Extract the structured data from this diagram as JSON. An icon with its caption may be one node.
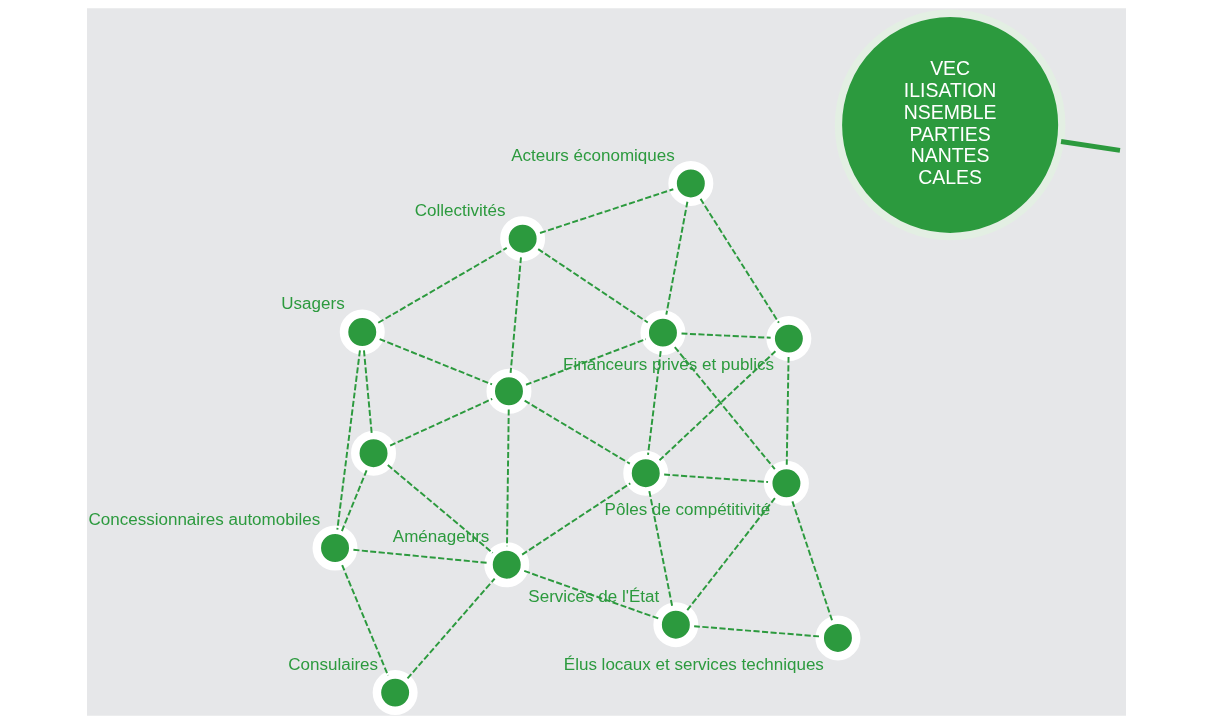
{
  "diagram": {
    "nodes": [
      {
        "text": [
          "VEC ILISATION NSEMBLE PARTIES NANTES CALES"
        ]
      },
      {
        "text": [],
        "shape": "circle",
        "beside": [
          "Usagers"
        ]
      },
      {
        "text": [],
        "shape": "circle",
        "beside": [
          "Concessionnaires automobiles"
        ]
      },
      {
        "text": [],
        "shape": "circle"
      },
      {
        "text": [],
        "shape": "circle",
        "beside": [
          "Consulaires"
        ]
      },
      {
        "text": [],
        "shape": "circle",
        "beside": [
          "Collectivités"
        ]
      },
      {
        "text": [],
        "shape": "circle"
      },
      {
        "text": [],
        "shape": "circle",
        "beside": [
          "Aménageurs"
        ]
      },
      {
        "text": [],
        "shape": "circle",
        "beside": [
          "Acteurs économiques"
        ]
      },
      {
        "text": [],
        "shape": "circle"
      },
      {
        "text": [],
        "shape": "circle"
      },
      {
        "text": [],
        "shape": "circle",
        "beside": [
          "Services de l'État"
        ]
      },
      {
        "text": [],
        "shape": "circle",
        "beside": [
          "Financeurs privés et publics"
        ]
      },
      {
        "text": [],
        "shape": "circle",
        "beside": [
          "Élus locaux et services techniques"
        ]
      },
      {
        "text": [],
        "shape": "circle",
        "beside": [
          "Pôles de compétitivité"
        ]
      }
    ],
    "edges": [
      {
        "from": 0,
        "to": null,
        "arrow": "none",
        "style": "thick"
      },
      {
        "from": 1,
        "to": 2,
        "arrow": "none",
        "style": "dashed"
      },
      {
        "from": 1,
        "to": 3,
        "arrow": "none",
        "style": "dashed"
      },
      {
        "from": 1,
        "to": 5,
        "arrow": "none",
        "style": "dashed"
      },
      {
        "from": 1,
        "to": 6,
        "arrow": "none",
        "style": "dashed"
      },
      {
        "from": 2,
        "to": 3,
        "arrow": "none",
        "style": "dashed"
      },
      {
        "from": 2,
        "to": 4,
        "arrow": "none",
        "style": "dashed"
      },
      {
        "from": 2,
        "to": 7,
        "arrow": "none",
        "style": "dashed"
      },
      {
        "from": 3,
        "to": 6,
        "arrow": "none",
        "style": "dashed"
      },
      {
        "from": 3,
        "to": 7,
        "arrow": "none",
        "style": "dashed"
      },
      {
        "from": 4,
        "to": 7,
        "arrow": "none",
        "style": "dashed"
      },
      {
        "from": 5,
        "to": 6,
        "arrow": "none",
        "style": "dashed"
      },
      {
        "from": 5,
        "to": 8,
        "arrow": "none",
        "style": "dashed"
      },
      {
        "from": 5,
        "to": 9,
        "arrow": "none",
        "style": "dashed"
      },
      {
        "from": 6,
        "to": 7,
        "arrow": "none",
        "style": "dashed"
      },
      {
        "from": 6,
        "to": 9,
        "arrow": "none",
        "style": "dashed"
      },
      {
        "from": 6,
        "to": 10,
        "arrow": "none",
        "style": "dashed"
      },
      {
        "from": 7,
        "to": 10,
        "arrow": "none",
        "style": "dashed"
      },
      {
        "from": 7,
        "to": 11,
        "arrow": "none",
        "style": "dashed"
      },
      {
        "from": 8,
        "to": 9,
        "arrow": "none",
        "style": "dashed"
      },
      {
        "from": 8,
        "to": 12,
        "arrow": "none",
        "style": "dashed"
      },
      {
        "from": 9,
        "to": 10,
        "arrow": "none",
        "style": "dashed"
      },
      {
        "from": 9,
        "to": 12,
        "arrow": "none",
        "style": "dashed"
      },
      {
        "from": 9,
        "to": 14,
        "arrow": "none",
        "style": "dashed"
      },
      {
        "from": 10,
        "to": 11,
        "arrow": "none",
        "style": "dashed"
      },
      {
        "from": 10,
        "to": 12,
        "arrow": "none",
        "style": "dashed"
      },
      {
        "from": 10,
        "to": 14,
        "arrow": "none",
        "style": "dashed"
      },
      {
        "from": 11,
        "to": 13,
        "arrow": "none",
        "style": "dashed"
      },
      {
        "from": 11,
        "to": 14,
        "arrow": "none",
        "style": "dashed"
      },
      {
        "from": 12,
        "to": 14,
        "arrow": "none",
        "style": "dashed"
      },
      {
        "from": 13,
        "to": 14,
        "arrow": "none",
        "style": "dashed"
      }
    ]
  }
}
